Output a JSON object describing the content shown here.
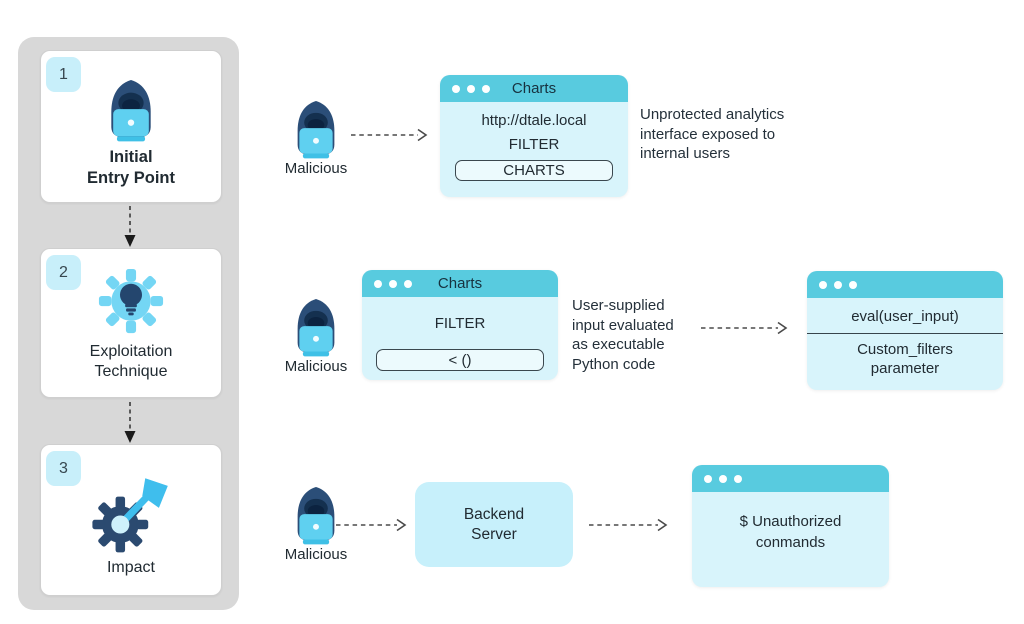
{
  "colors": {
    "titlebar": "#58CBDF",
    "window_body": "#D8F4FB",
    "backend_box": "#C7F0FB",
    "sidebar_bg": "#D8D8D8",
    "badge_bg": "#C8EFFA",
    "icon_navy": "#2B4E78",
    "icon_light_blue": "#5FD0F0",
    "arrow": "#4A4A4A",
    "text": "#212B32"
  },
  "sidebar": {
    "steps": [
      {
        "number": "1",
        "label": "Initial\nEntry Point",
        "icon": "hacker-icon"
      },
      {
        "number": "2",
        "label": "Exploitation\nTechnique",
        "icon": "gear-lightbulb-icon"
      },
      {
        "number": "3",
        "label": "Impact",
        "icon": "gear-dart-icon"
      }
    ]
  },
  "flow": {
    "row1": {
      "actor_label": "Malicious",
      "browser": {
        "title": "Charts",
        "url": "http://dtale.local",
        "filter_label": "FILTER",
        "button_label": "CHARTS"
      },
      "caption": "Unprotected analytics\ninterface exposed to\ninternal users"
    },
    "row2": {
      "actor_label": "Malicious",
      "browser": {
        "title": "Charts",
        "filter_label": "FILTER",
        "button_label": "< ()"
      },
      "caption": "User-supplied\ninput evaluated\nas executable\nPython code",
      "eval_window": {
        "code_label": "eval(user_input)",
        "param_label": "Custom_filters\nparameter"
      }
    },
    "row3": {
      "actor_label": "Malicious",
      "backend_label": "Backend\nServer",
      "terminal_text": "$ Unauthorized\nconmands"
    }
  }
}
